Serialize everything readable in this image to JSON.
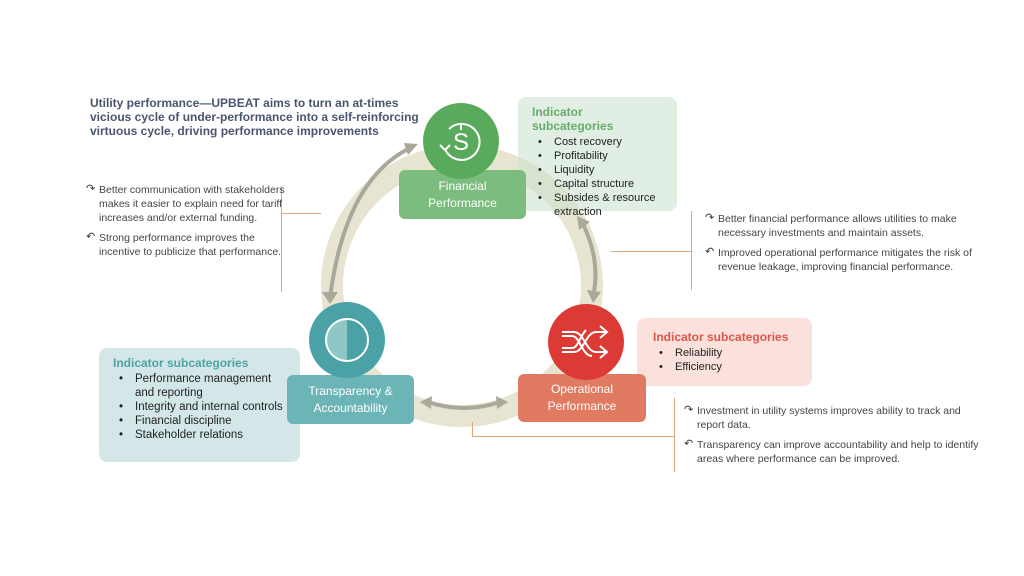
{
  "title": "Utility performance—UPBEAT aims to turn an at-times vicious cycle of under-performance into a self-reinforcing virtuous cycle, driving performance improvements",
  "colors": {
    "financial": "#5aaa5e",
    "transparency": "#4aa2a6",
    "operational": "#dc3b35",
    "ring": "#e8e4d2",
    "arrow": "#a9a899",
    "connector": "#e4a47a"
  },
  "nodes": {
    "financial": {
      "icon": "dollar-cycle-icon",
      "label_line1": "Financial",
      "label_line2": "Performance",
      "indicator_heading": "Indicator subcategories",
      "indicators": [
        "Cost recovery",
        "Profitability",
        "Liquidity",
        "Capital structure",
        "Subsides & resource extraction"
      ]
    },
    "operational": {
      "icon": "shuffle-arrows-icon",
      "label_line1": "Operational",
      "label_line2": "Performance",
      "indicator_heading": "Indicator subcategories",
      "indicators": [
        "Reliability",
        "Efficiency"
      ]
    },
    "transparency": {
      "icon": "half-circle-icon",
      "label_line1": "Transparency &",
      "label_line2": "Accountability",
      "indicator_heading": "Indicator subcategories",
      "indicators": [
        "Performance management and reporting",
        "Integrity and internal controls",
        "Financial discipline",
        "Stakeholder relations"
      ]
    }
  },
  "notes": {
    "left": [
      {
        "icon": "clockwise-arrow-icon",
        "glyph": "↷",
        "text": "Better communication with stakeholders makes it easier to explain need for tariff increases and/or external funding."
      },
      {
        "icon": "counterclockwise-arrow-icon",
        "glyph": "↶",
        "text": "Strong performance improves the incentive to publicize that performance."
      }
    ],
    "right": [
      {
        "icon": "clockwise-arrow-icon",
        "glyph": "↷",
        "text": "Better financial performance allows utilities to make necessary investments and maintain assets."
      },
      {
        "icon": "counterclockwise-arrow-icon",
        "glyph": "↶",
        "text": "Improved operational performance mitigates the risk of revenue leakage, improving financial performance."
      }
    ],
    "bottom": [
      {
        "icon": "clockwise-arrow-icon",
        "glyph": "↷",
        "text": "Investment in utility systems improves ability to track and report data."
      },
      {
        "icon": "counterclockwise-arrow-icon",
        "glyph": "↶",
        "text": "Transparency can improve accountability and help to identify areas where performance can be improved."
      }
    ]
  }
}
